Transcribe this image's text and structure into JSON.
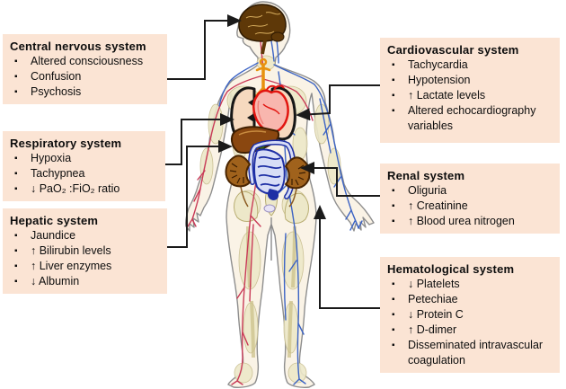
{
  "figure": {
    "illustration": "human-body-anatomy",
    "icons": [
      "brain-icon",
      "lungs-icon",
      "heart-icon",
      "liver-icon",
      "intestines-icon",
      "kidney-icon",
      "arteries-icon",
      "veins-icon"
    ]
  },
  "colors": {
    "panel_bg": "#fbe4d4",
    "text": "#0d0d0d",
    "connector": "#1a1a1a",
    "skin": "#faf3e6",
    "body_outline": "#8e8e8e",
    "muscle": "#ede8c9",
    "artery": "#c93a57",
    "vein": "#3b63c4",
    "brain": "#5e3808",
    "lung_fill": "#f6d9bf",
    "heart_stroke": "#e21510",
    "heart_fill": "#f8b6ae",
    "liver": "#8a4710",
    "intestine_stroke": "#1e2fa5",
    "kidney": "#a0621c",
    "trachea": "#e8920e"
  },
  "panels": [
    {
      "id": "central-nervous-system",
      "title": "Central nervous system",
      "items": [
        "Altered consciousness",
        "Confusion",
        "Psychosis"
      ]
    },
    {
      "id": "respiratory-system",
      "title": "Respiratory system",
      "items": [
        "Hypoxia",
        "Tachypnea",
        "↓ PaO₂ :FiO₂ ratio"
      ]
    },
    {
      "id": "hepatic-system",
      "title": "Hepatic system",
      "items": [
        "Jaundice",
        "↑ Bilirubin levels",
        "↑ Liver enzymes",
        "↓ Albumin"
      ]
    },
    {
      "id": "cardiovascular-system",
      "title": "Cardiovascular system",
      "items": [
        "Tachycardia",
        "Hypotension",
        "↑ Lactate levels",
        "Altered echocardiography variables"
      ]
    },
    {
      "id": "renal-system",
      "title": "Renal system",
      "items": [
        "Oliguria",
        "↑ Creatinine",
        "↑ Blood urea nitrogen"
      ]
    },
    {
      "id": "hematological-system",
      "title": "Hematological system",
      "items": [
        "↓ Platelets",
        "Petechiae",
        "↓ Protein C",
        "↑ D-dimer",
        "Disseminated intravascular coagulation"
      ]
    }
  ]
}
